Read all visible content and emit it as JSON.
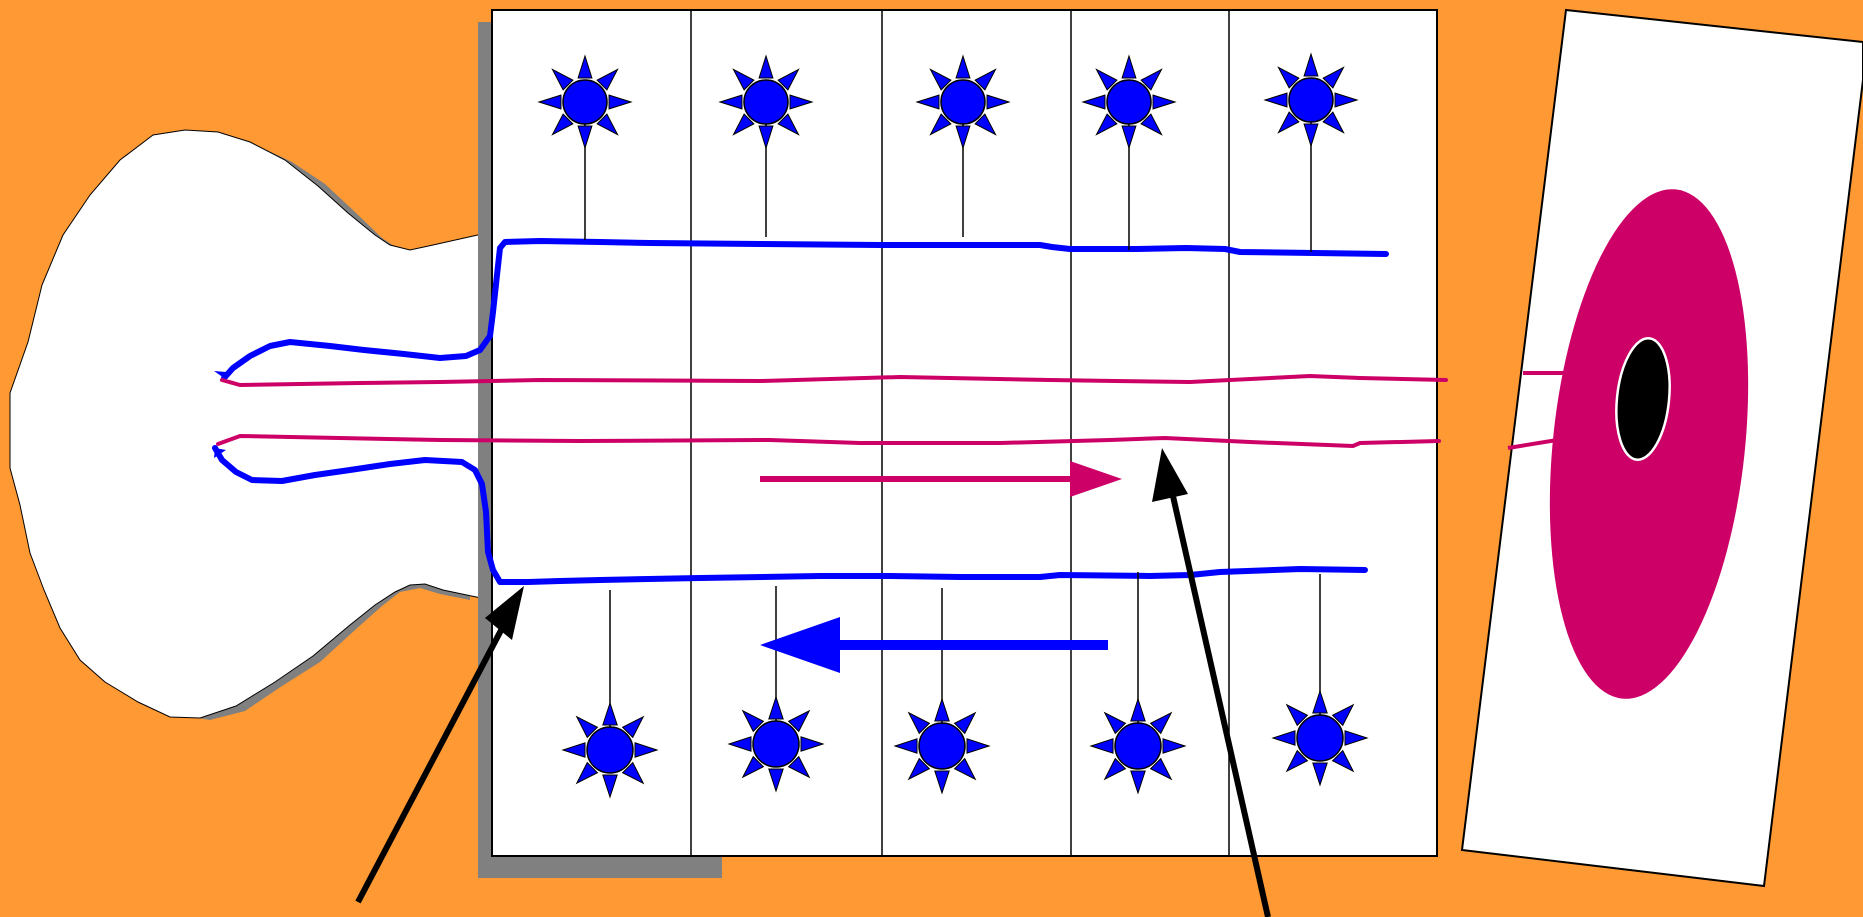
{
  "colors": {
    "background": "#FF9933",
    "panel_fill": "#FFFFFF",
    "outline": "#000000",
    "shadow": "#808080",
    "blue_axon": "#0000FF",
    "magenta_axon": "#CC0066",
    "target_inner": "#000000"
  },
  "diagram": {
    "columns": 5,
    "upper_neuron_count": 5,
    "lower_neuron_count": 5,
    "neuron_icon": "star-neuron-icon",
    "arrows": [
      {
        "name": "magenta-direction-arrow",
        "direction": "right",
        "color": "magenta_axon"
      },
      {
        "name": "blue-direction-arrow",
        "direction": "left",
        "color": "blue_axon"
      },
      {
        "name": "pointer-arrow-left",
        "direction": "up-right",
        "color": "outline"
      },
      {
        "name": "pointer-arrow-right",
        "direction": "up-left",
        "color": "outline"
      }
    ],
    "target_card_icon": "target-ellipse-icon",
    "organ_icon": "bulb-organ-icon"
  }
}
